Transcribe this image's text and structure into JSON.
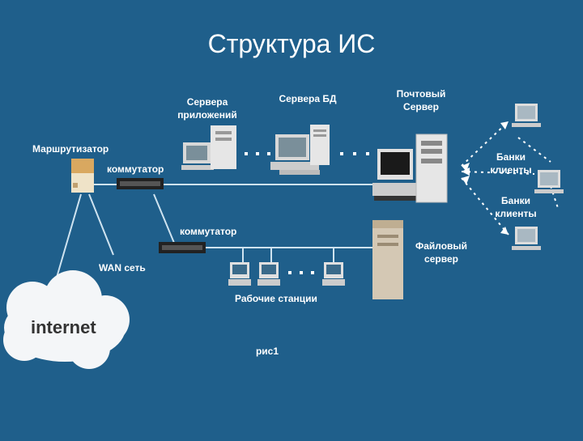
{
  "title": "Структура ИС",
  "labels": {
    "app_servers": "Сервера\nприложений",
    "db_servers": "Сервера БД",
    "mail_server": "Почтовый\nСервер",
    "router": "Маршрутизатор",
    "switch_top": "коммутатор",
    "switch_bottom": "коммутатор",
    "wan": "WAN сеть",
    "internet": "internet",
    "workstations": "Рабочие  станции",
    "file_server": "Файловый\nсервер",
    "bank_clients_1": "Банки\nклиенты",
    "bank_clients_2": "Банки\nклиенты",
    "caption": "рис1"
  },
  "colors": {
    "background": "#1f5f8b",
    "line": "#cfe3f0",
    "text": "#ffffff"
  },
  "icons": [
    "router-icon",
    "switch-icon",
    "server-tower-icon",
    "desktop-computer-icon",
    "cloud-icon",
    "monitor-icon"
  ]
}
